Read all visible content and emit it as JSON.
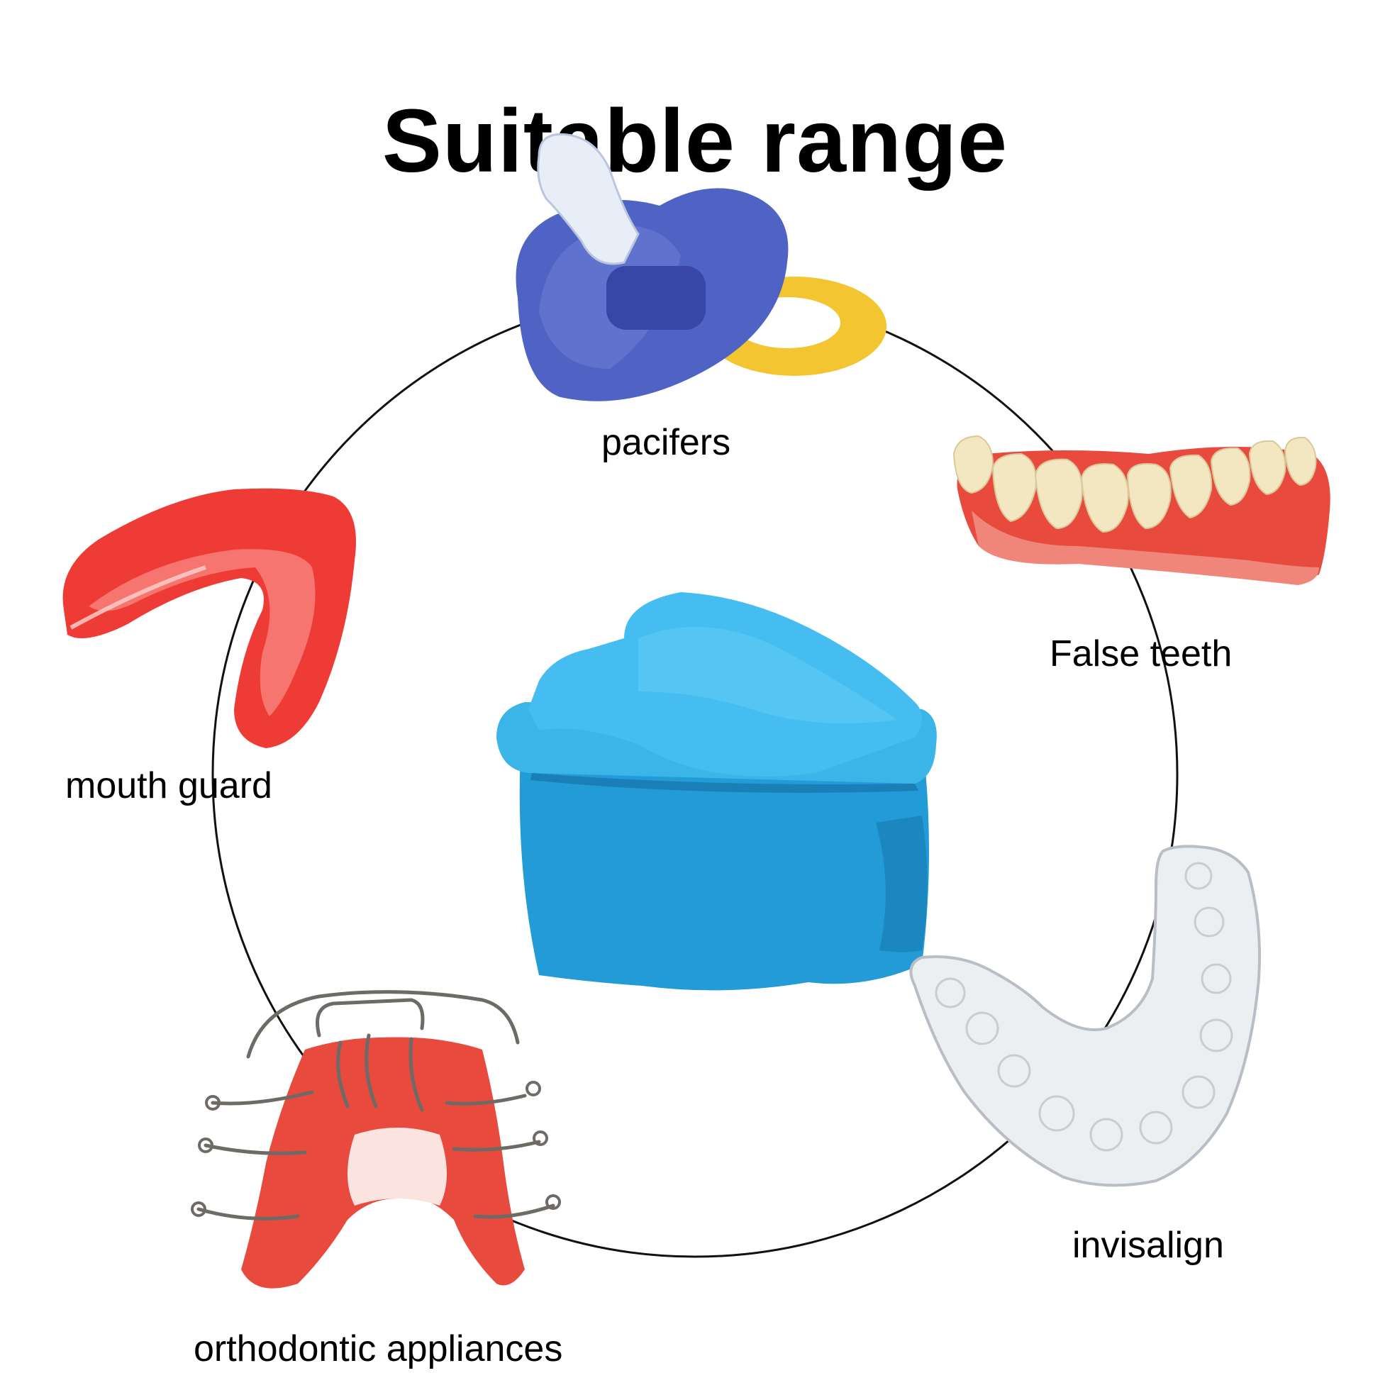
{
  "title": "Suitable range",
  "items": {
    "pacifiers": {
      "label": "pacifers"
    },
    "false_teeth": {
      "label": "False teeth"
    },
    "mouth_guard": {
      "label": "mouth guard"
    },
    "invisalign": {
      "label": "invisalign"
    },
    "orthodontic": {
      "label": "orthodontic appliances"
    }
  },
  "colors": {
    "case_blue": "#2aa3dc",
    "pacifier_shield": "#4f63c4",
    "pacifier_ring": "#f2c531",
    "guard_red": "#ef3b36",
    "gum_pink": "#e84b3e",
    "tooth_cream": "#f3e7c2",
    "aligner_clear": "#eceff2",
    "wire_gray": "#6e6a66"
  }
}
